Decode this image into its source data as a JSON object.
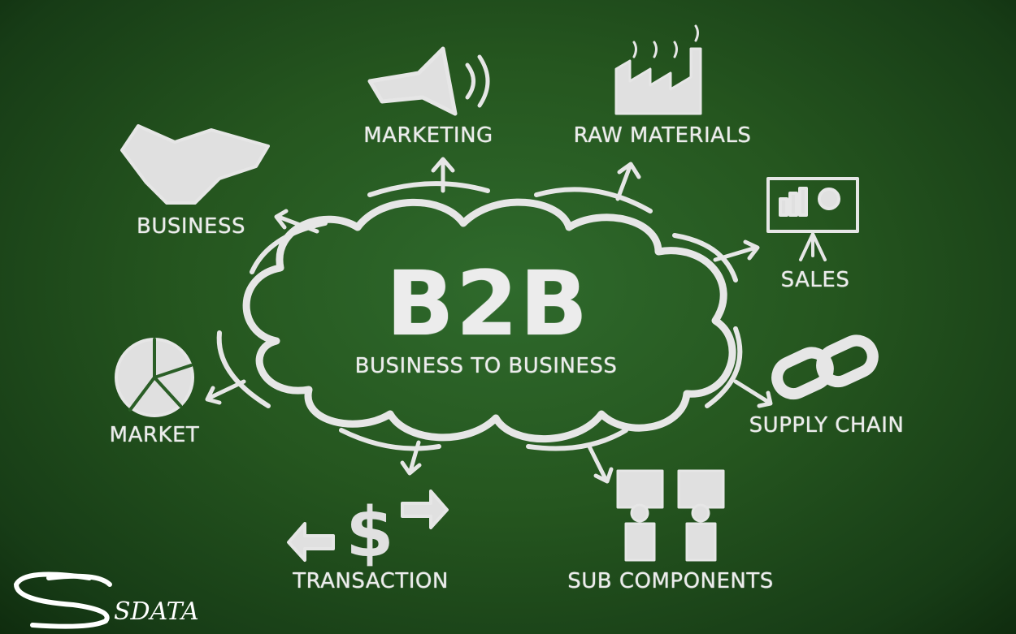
{
  "center": {
    "title": "B2B",
    "subtitle": "BUSINESS TO BUSINESS"
  },
  "nodes": [
    {
      "label": "MARKETING",
      "icon": "megaphone-icon"
    },
    {
      "label": "RAW MATERIALS",
      "icon": "factory-icon"
    },
    {
      "label": "BUSINESS",
      "icon": "handshake-icon"
    },
    {
      "label": "SALES",
      "icon": "presentation-board-icon"
    },
    {
      "label": "MARKET",
      "icon": "pie-chart-icon"
    },
    {
      "label": "SUPPLY CHAIN",
      "icon": "chain-link-icon"
    },
    {
      "label": "TRANSACTION",
      "icon": "dollar-exchange-icon"
    },
    {
      "label": "SUB COMPONENTS",
      "icon": "puzzle-pieces-icon"
    }
  ],
  "logo": {
    "text": "SDATA"
  },
  "colors": {
    "board": "#25561f",
    "chalk": "#ececec"
  }
}
